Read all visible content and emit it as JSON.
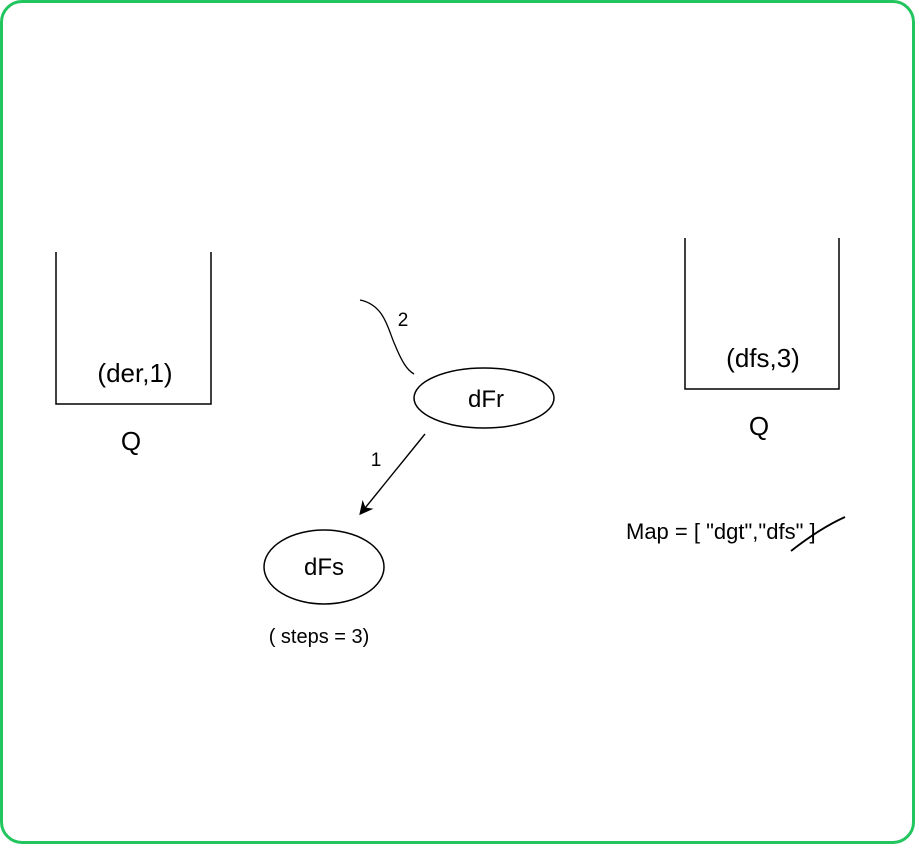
{
  "left_queue": {
    "entry": "(der,1)",
    "label": "Q"
  },
  "right_queue": {
    "entry": "(dfs,3)",
    "label": "Q"
  },
  "nodes": {
    "current": "dFr",
    "next": "dFs",
    "next_note": "( steps = 3)"
  },
  "edges": {
    "to_next_label": "1",
    "incoming_label": "2"
  },
  "map": {
    "prefix": "Map = [ ",
    "item1": "\"dgt\"",
    "separator": ",",
    "item2_struck": "\"dfs\"",
    "suffix": " ]"
  },
  "colors": {
    "border": "#22c55e",
    "ink": "#000000"
  }
}
